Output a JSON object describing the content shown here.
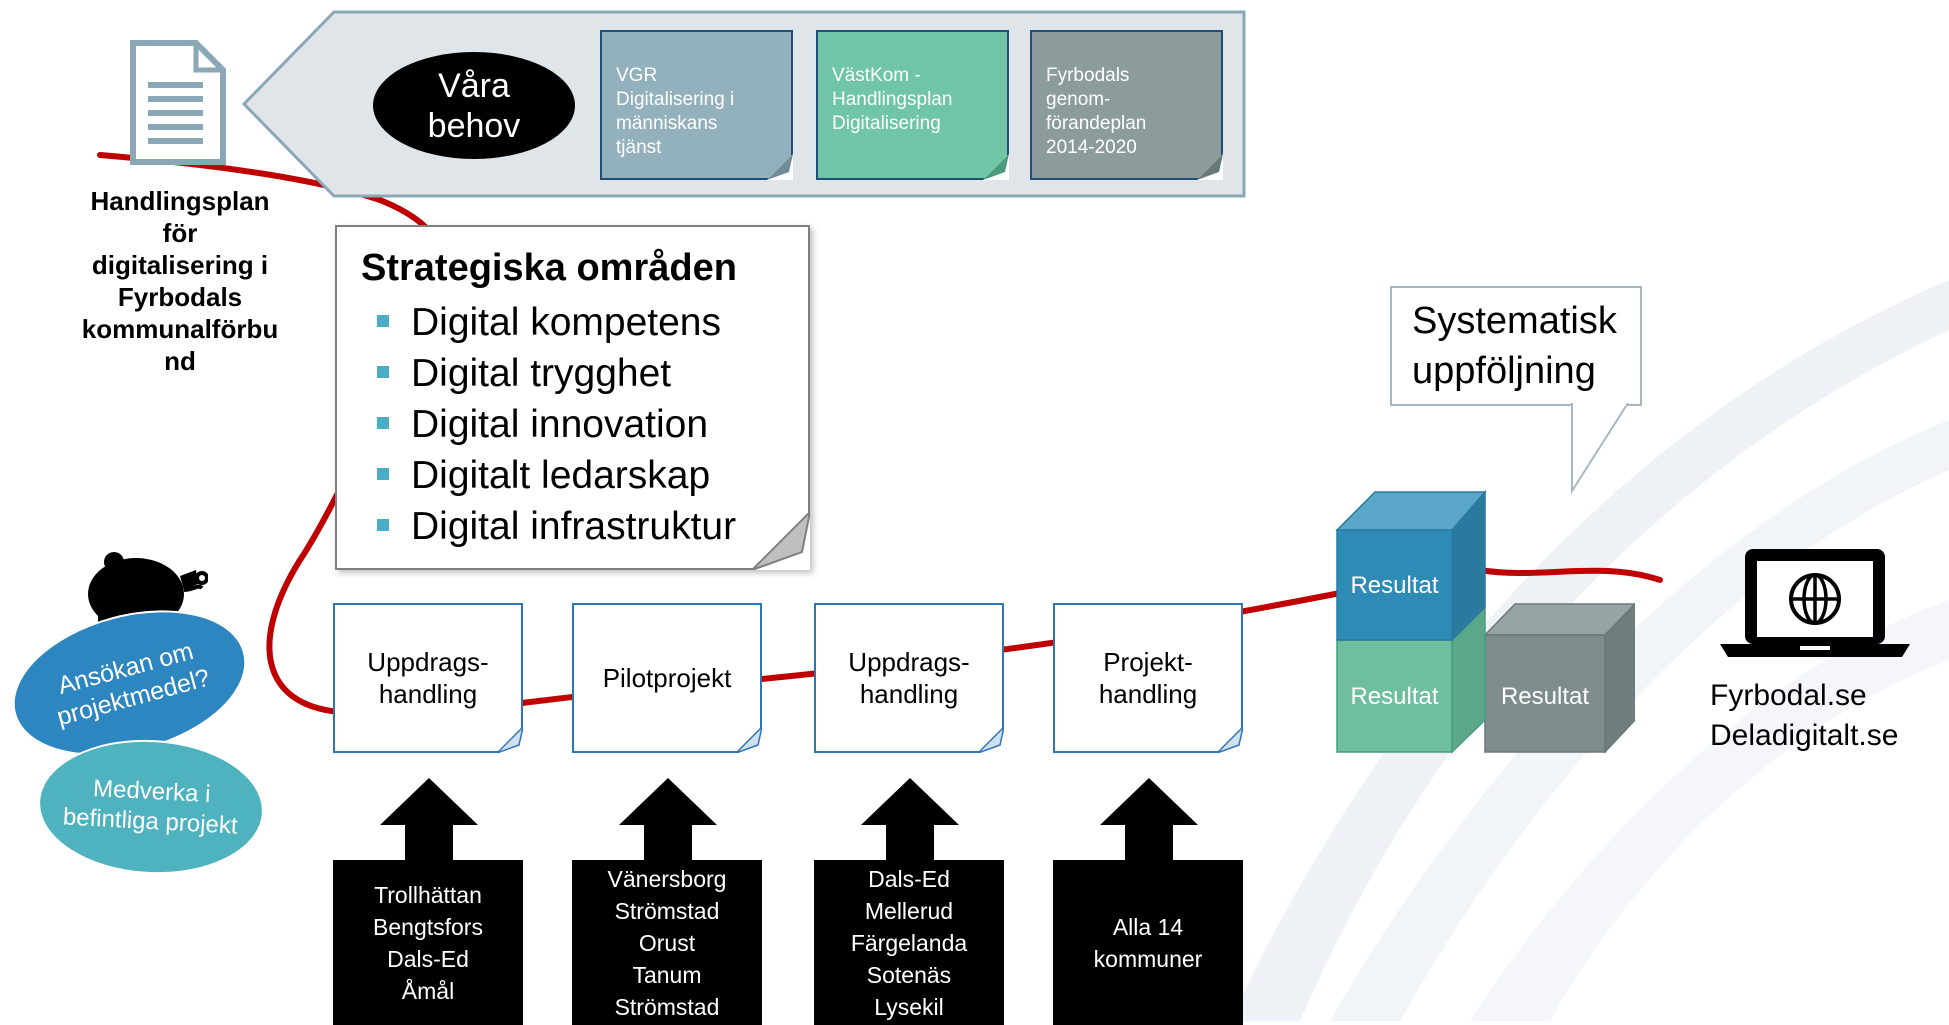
{
  "colors": {
    "red_line": "#c00000",
    "note_blue": "#93b0bd",
    "note_green": "#6fc5a5",
    "note_gray": "#8c9b9c",
    "callout_fill": "#dfe5e8",
    "callout_border": "#8aa7b5",
    "cube_blue": "#2e8bb5",
    "cube_green": "#6fbf9e",
    "cube_gray": "#7f8c8d",
    "ellipse_blue": "#2e86c1",
    "ellipse_teal": "#4fb3bf",
    "step_border": "#2e75b6"
  },
  "icons": {
    "document": "document-icon",
    "piggy_bank": "piggy-bank-icon",
    "laptop_globe": "laptop-globe-icon",
    "up_arrow": "up-arrow-icon"
  },
  "plan_title": "Handlingsplan\nför\ndigitalisering i\nFyrbodals\nkommunalförbu\nnd",
  "needs": {
    "label": "Våra\nbehov",
    "notes": [
      {
        "text": "VGR\nDigitalisering i\nmänniskans\ntjänst"
      },
      {
        "text": "VästKom -\nHandlingsplan\nDigitalisering"
      },
      {
        "text": "Fyrbodals\ngenom-\nförandeplan\n2014-2020"
      }
    ]
  },
  "strategic": {
    "title": "Strategiska områden",
    "items": [
      "Digital kompetens",
      "Digital trygghet",
      "Digital innovation",
      "Digitalt ledarskap",
      "Digital infrastruktur"
    ]
  },
  "followup": "Systematisk\nuppföljning",
  "steps": [
    {
      "label": "Uppdrags-\nhandling",
      "municipalities": "Trollhättan\nBengtsfors\nDals-Ed\nÅmål"
    },
    {
      "label": "Pilotprojekt",
      "municipalities": "Vänersborg\nStrömstad\nOrust\nTanum\nStrömstad"
    },
    {
      "label": "Uppdrags-\nhandling",
      "municipalities": "Dals-Ed\nMellerud\nFärgelanda\nSotenäs\nLysekil"
    },
    {
      "label": "Projekt-\nhandling",
      "municipalities": "Alla 14\nkommuner"
    }
  ],
  "results": [
    "Resultat",
    "Resultat",
    "Resultat"
  ],
  "websites": "Fyrbodal.se\nDeladigitalt.se",
  "funding": {
    "apply": "Ansökan om\nprojektmedel?",
    "participate": "Medverka i\nbefintliga projekt"
  }
}
